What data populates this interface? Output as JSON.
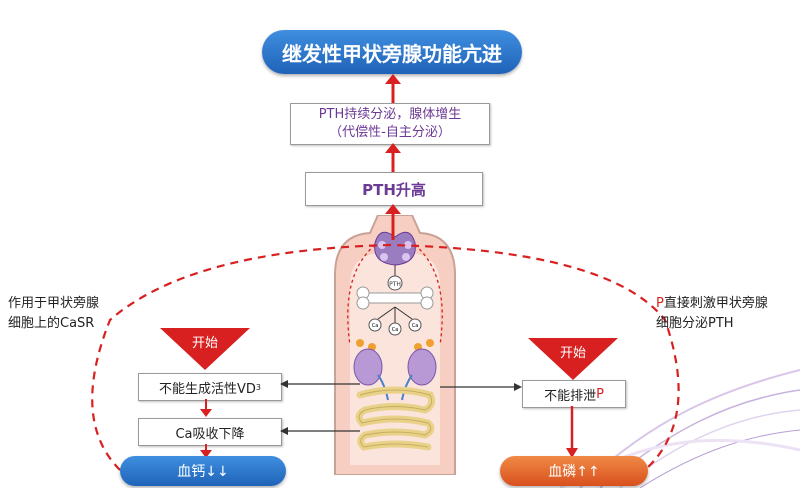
{
  "top_title": "继发性甲状旁腺功能亢进",
  "pth_sustained_line1": "PTH持续分泌，腺体增生",
  "pth_sustained_line2": "（代偿性-自主分泌）",
  "pth_elevated": "PTH升高",
  "left_note_line1": "作用于甲状旁腺",
  "left_note_line2": "细胞上的CaSR",
  "right_note_p": "P",
  "right_note_line1_rest": "直接刺激甲状旁腺",
  "right_note_line2": "细胞分泌PTH",
  "start_left": "开始",
  "start_right": "开始",
  "vd3_box": "不能生成活性VD",
  "vd3_sub": "3",
  "ca_absorb_box": "Ca吸收下降",
  "p_excrete_text": "不能排泄",
  "p_excrete_p": "P",
  "blood_ca": "血钙↓↓",
  "blood_p": "血磷↑↑",
  "figure_labels": [
    "PTH",
    "Ca",
    "Ca",
    "Ca"
  ],
  "colors": {
    "blue": "#2a72c8",
    "red": "#d92020",
    "orange": "#e4642a",
    "purple": "#6c3a94"
  }
}
